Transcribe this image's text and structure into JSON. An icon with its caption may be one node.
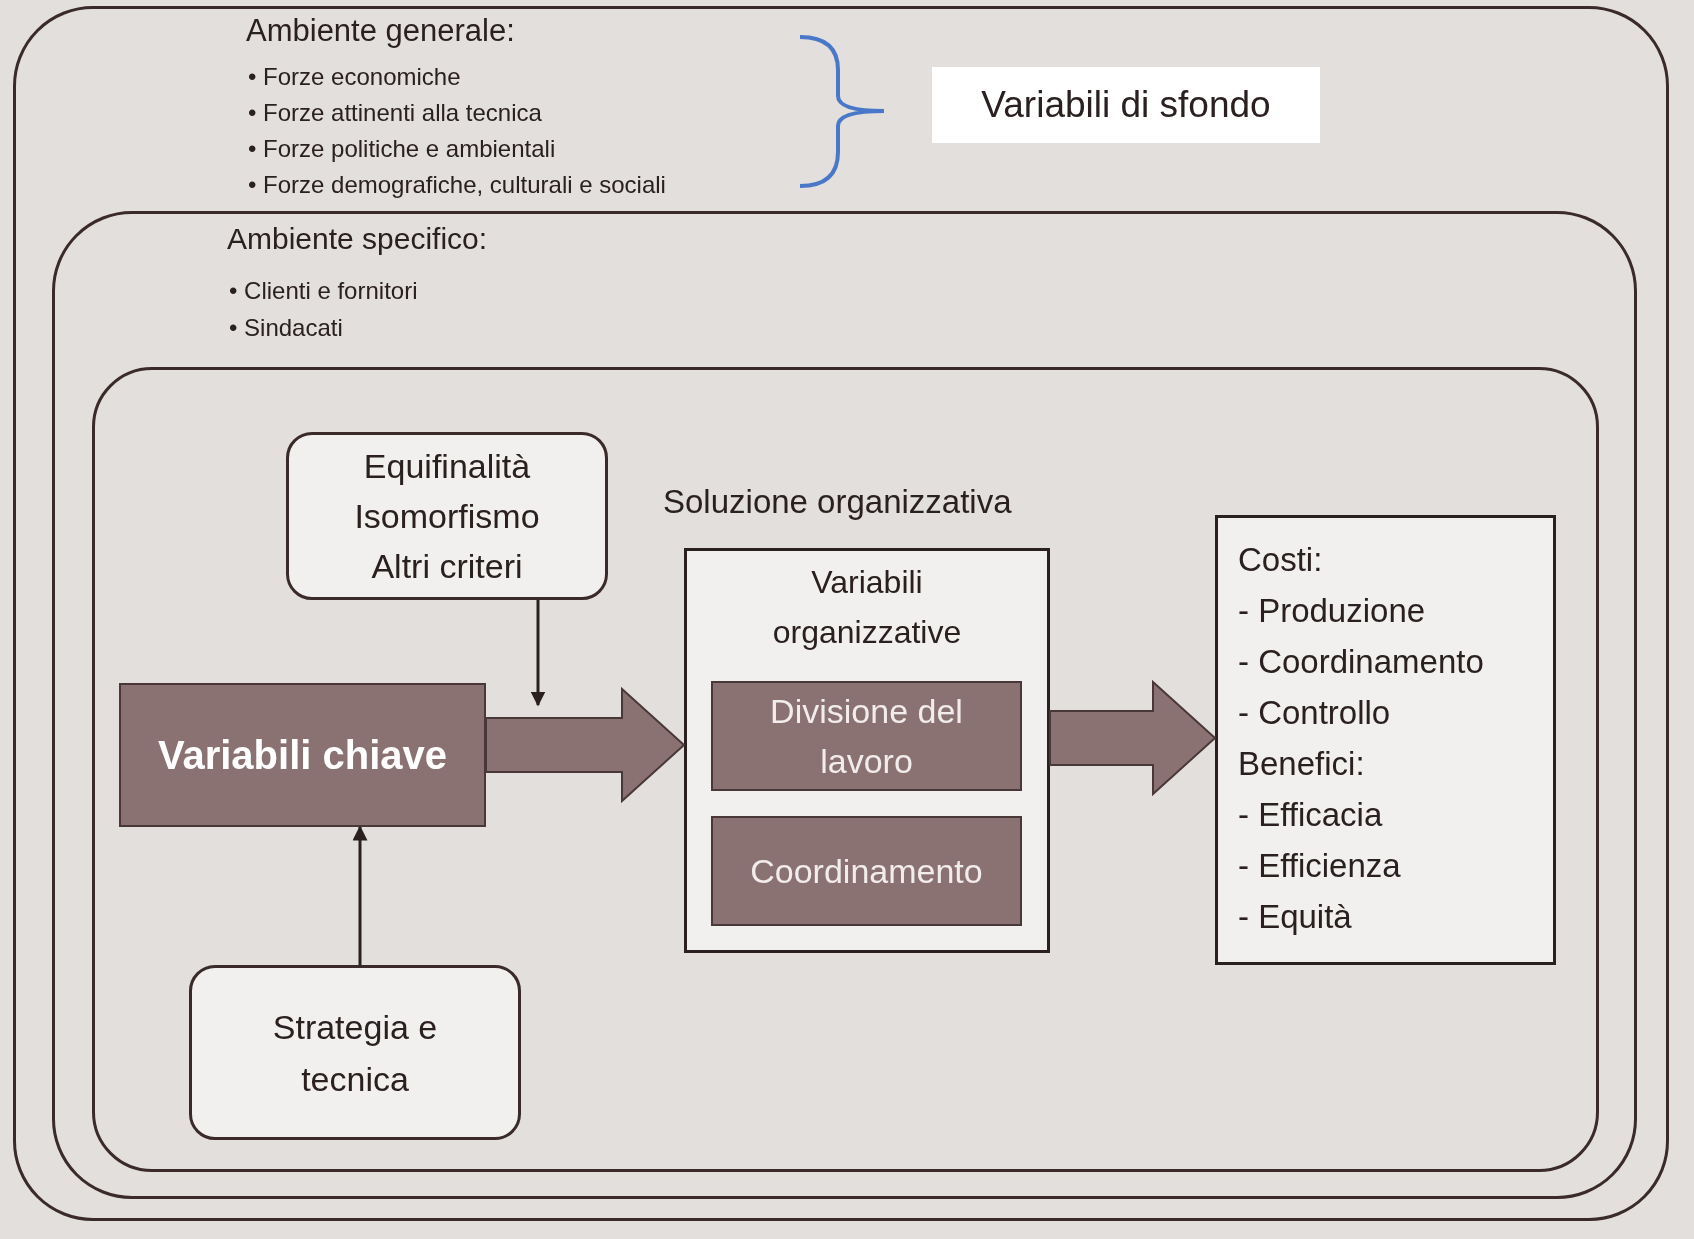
{
  "diagram": {
    "nodes": [
      {
        "text": [
          "Ambiente generale:",
          "• Forze economiche",
          "• Forze attinenti alla tecnica",
          "• Forze politiche e ambientali",
          "• Forze demografiche, culturali e sociali"
        ]
      },
      {
        "text": [
          "Ambiente specifico:",
          "• Clienti e fornitori",
          "• Sindacati"
        ],
        "in": 0
      },
      {
        "text": [],
        "shape": "box",
        "in": 1
      },
      {
        "text": [
          "Equifinalità",
          "Isomorfismo",
          "Altri criteri"
        ],
        "in": 2
      },
      {
        "text": [
          "Variabili chiave"
        ],
        "in": 2
      },
      {
        "text": [
          "Strategia e tecnica"
        ],
        "in": 2
      },
      {
        "text": [
          "Soluzione organizzativa",
          "Variabili organizzative"
        ],
        "in": 2
      },
      {
        "text": [
          "Divisione del lavoro"
        ],
        "in": 6
      },
      {
        "text": [
          "Coordinamento"
        ],
        "in": 6
      },
      {
        "text": [
          "Costi:",
          "- Produzione",
          "- Coordinamento",
          "- Controllo",
          "Benefici:",
          "- Efficacia",
          "- Efficienza",
          "- Equità"
        ],
        "in": 2
      },
      {
        "text": [
          "Variabili di sfondo"
        ],
        "in": 0
      }
    ],
    "edges": [
      {
        "from": 3,
        "to": null,
        "arrow": "to"
      },
      {
        "from": 5,
        "to": 4,
        "arrow": "to"
      },
      {
        "from": 4,
        "to": 6,
        "arrow": "to",
        "style": "thick"
      },
      {
        "from": 6,
        "to": 9,
        "arrow": "to",
        "style": "thick"
      }
    ]
  }
}
